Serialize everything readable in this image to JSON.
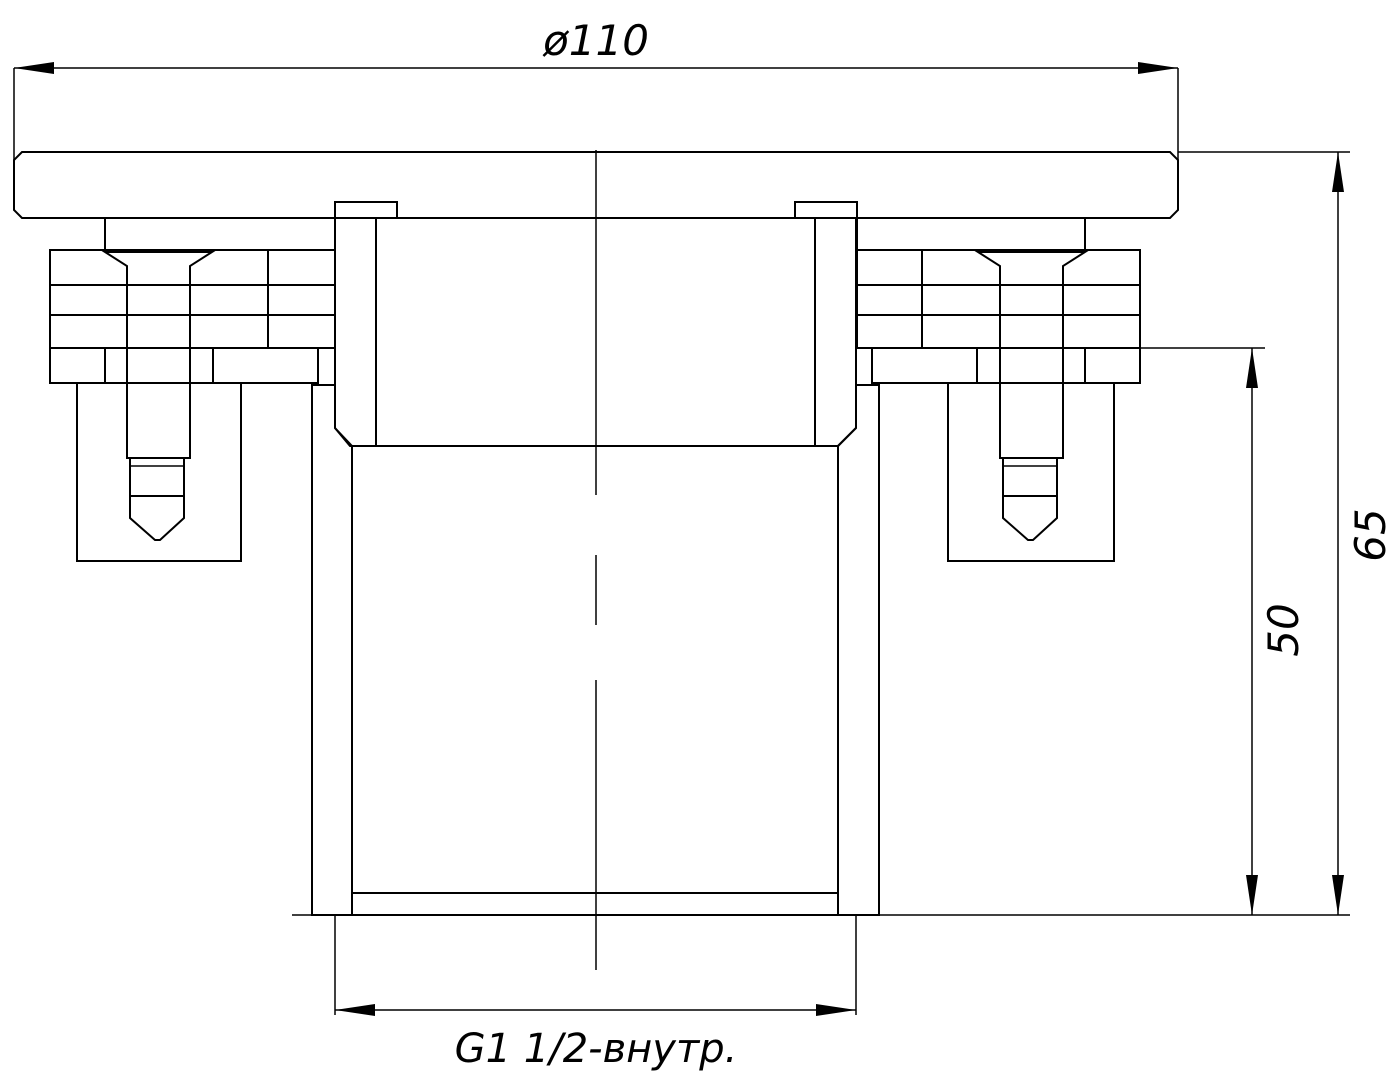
{
  "dimensions": {
    "top_diameter": "ø110",
    "height_total": "65",
    "height_body": "50",
    "thread_label": "G1 1/2-внутр."
  },
  "colors": {
    "line": "#000000",
    "background": "#ffffff"
  }
}
